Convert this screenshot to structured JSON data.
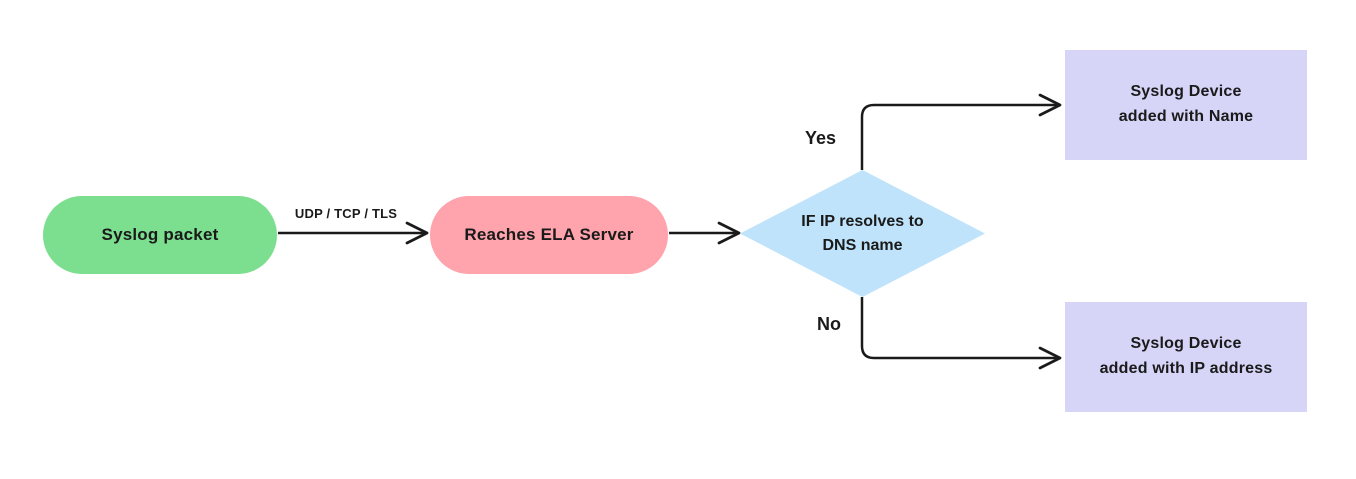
{
  "colors": {
    "background": "#ffffff",
    "connector": "#1a1a1a",
    "text": "#1a1a1a",
    "green_node": "#7cde8f",
    "pink_node": "#ffa3ad",
    "blue_node": "#bee3fa",
    "lavender_node": "#d6d5f8"
  },
  "nodes": {
    "syslog_packet": {
      "shape": "pill",
      "label": "Syslog packet",
      "fill": "#7cde8f"
    },
    "reaches_ela_server": {
      "shape": "pill",
      "label": "Reaches ELA Server",
      "fill": "#ffa3ad"
    },
    "decision": {
      "shape": "diamond",
      "label": "IF IP resolves to\nDNS name",
      "fill": "#bee3fa"
    },
    "added_with_name": {
      "shape": "rect",
      "label": "Syslog Device\nadded with Name",
      "fill": "#d6d5f8"
    },
    "added_with_ip": {
      "shape": "rect",
      "label": "Syslog Device\nadded with IP address",
      "fill": "#d6d5f8"
    }
  },
  "edges": {
    "transport": {
      "label": "UDP / TCP / TLS",
      "from": "syslog_packet",
      "to": "reaches_ela_server"
    },
    "to_decision": {
      "label": "",
      "from": "reaches_ela_server",
      "to": "decision"
    },
    "yes": {
      "label": "Yes",
      "from": "decision",
      "to": "added_with_name"
    },
    "no": {
      "label": "No",
      "from": "decision",
      "to": "added_with_ip"
    }
  }
}
